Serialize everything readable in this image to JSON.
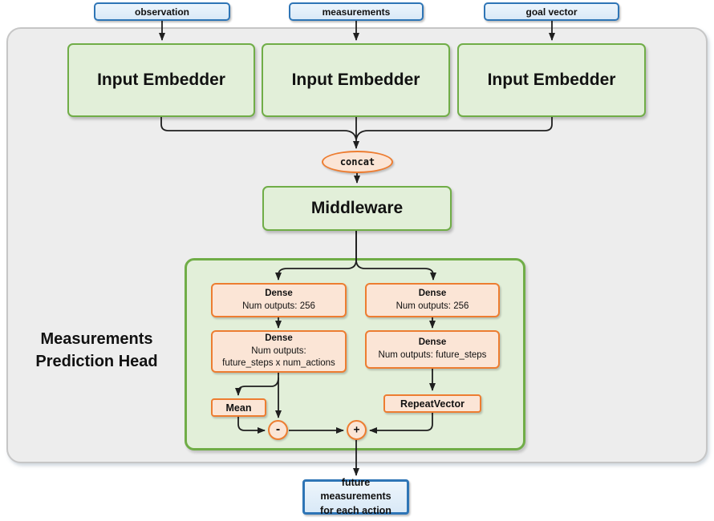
{
  "nodes": {
    "inputs": [
      {
        "label": "observation"
      },
      {
        "label": "measurements"
      },
      {
        "label": "goal vector"
      }
    ],
    "embedders": [
      {
        "label": "Input Embedder"
      },
      {
        "label": "Input Embedder"
      },
      {
        "label": "Input Embedder"
      }
    ],
    "concat": {
      "label": "concat"
    },
    "middleware": {
      "label": "Middleware"
    },
    "head": {
      "title_line1": "Measurements",
      "title_line2": "Prediction Head",
      "dense_left_1": {
        "title": "Dense",
        "line2": "Num outputs: 256"
      },
      "dense_left_2": {
        "title": "Dense",
        "line2": "Num outputs:",
        "line3": "future_steps x num_actions"
      },
      "dense_right_1": {
        "title": "Dense",
        "line2": "Num outputs: 256"
      },
      "dense_right_2": {
        "title": "Dense",
        "line2": "Num outputs: future_steps"
      },
      "mean": {
        "label": "Mean"
      },
      "repeat_vector": {
        "label": "RepeatVector"
      },
      "minus": {
        "label": "-"
      },
      "plus": {
        "label": "+"
      }
    },
    "output": {
      "line1": "future measurements",
      "line2": "for each action"
    }
  },
  "colors": {
    "blue_border": "#2E75B6",
    "blue_fill": "#DEEBF7",
    "green_border": "#70AD47",
    "green_fill": "#E2EFD9",
    "orange_border": "#ED7D31",
    "orange_fill": "#FBE5D6",
    "container_fill": "#EDEDED",
    "container_border": "#C6C6C6",
    "line_color": "#1F1F1F"
  }
}
